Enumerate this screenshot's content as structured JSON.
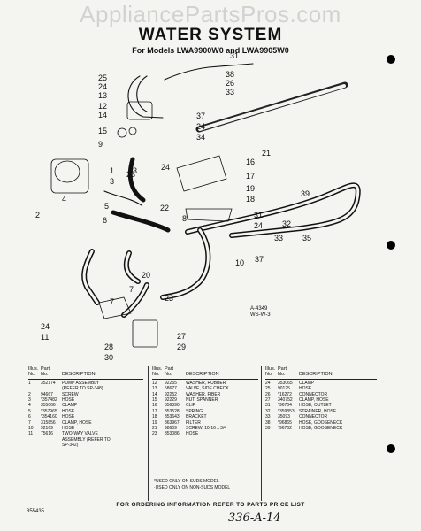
{
  "watermark": "AppliancePartsPros.com",
  "title": "WATER SYSTEM",
  "subtitle": "For Models LWA9900W0 and LWA9905W0",
  "diagram_code": "A-4349\nWS-W-3",
  "callouts": [
    "31",
    "25",
    "24",
    "13",
    "12",
    "14",
    "15",
    "9",
    "1",
    "3",
    "4",
    "2",
    "38",
    "26",
    "33",
    "37",
    "24",
    "34",
    "21",
    "16",
    "17",
    "19",
    "18",
    "23",
    "5",
    "6",
    "24",
    "8",
    "22",
    "3",
    "31",
    "24",
    "10",
    "37",
    "39",
    "32",
    "33",
    "35",
    "7",
    "7",
    "20",
    "23",
    "27",
    "29",
    "28",
    "30",
    "24",
    "11"
  ],
  "table_headers": {
    "illus": "Illus.",
    "part": "Part",
    "no": "No.",
    "no2": "No.",
    "description": "DESCRIPTION"
  },
  "col1": [
    {
      "no": "1",
      "part": "352174",
      "desc": "PUMP ASSEMBLY"
    },
    {
      "no": "",
      "part": "",
      "desc": "(REFER TO SP-348)"
    },
    {
      "no": "2",
      "part": "94667",
      "desc": "SCREW"
    },
    {
      "no": "3",
      "part": "*357482",
      "desc": "HOSE"
    },
    {
      "no": "4",
      "part": "355066",
      "desc": "CLAMP"
    },
    {
      "no": "5",
      "part": "*357965",
      "desc": "HOSE"
    },
    {
      "no": "6",
      "part": "*354160",
      "desc": "HOSE"
    },
    {
      "no": "7",
      "part": "315856",
      "desc": "CLAMP, HOSE"
    },
    {
      "no": "10",
      "part": "92169",
      "desc": "HOSE"
    },
    {
      "no": "11",
      "part": "75616",
      "desc": "TWO-WAY VALVE"
    },
    {
      "no": "",
      "part": "",
      "desc": "ASSEMBLY (REFER TO"
    },
    {
      "no": "",
      "part": "",
      "desc": "SP-342)"
    }
  ],
  "col2": [
    {
      "no": "12",
      "part": "92255",
      "desc": "WASHER, RUBBER"
    },
    {
      "no": "13",
      "part": "58677",
      "desc": "VALVE, SIDE CHECK"
    },
    {
      "no": "14",
      "part": "92252",
      "desc": "WASHER, FIBER"
    },
    {
      "no": "15",
      "part": "92229",
      "desc": "NUT, SPANNER"
    },
    {
      "no": "16",
      "part": "356390",
      "desc": "CLIP"
    },
    {
      "no": "17",
      "part": "353528",
      "desc": "SPRING"
    },
    {
      "no": "18",
      "part": "353643",
      "desc": "BRACKET"
    },
    {
      "no": "19",
      "part": "363967",
      "desc": "FILTER"
    },
    {
      "no": "21",
      "part": "98609",
      "desc": "SCREW, 10-16 x 3/4"
    },
    {
      "no": "23",
      "part": "353086",
      "desc": "HOSE"
    }
  ],
  "col3": [
    {
      "no": "24",
      "part": "353065",
      "desc": "CLAMP"
    },
    {
      "no": "25",
      "part": "90125",
      "desc": "HOSE"
    },
    {
      "no": "26",
      "part": "*16272",
      "desc": "CONNECTOR"
    },
    {
      "no": "27",
      "part": "340752",
      "desc": "CLAMP, HOSE"
    },
    {
      "no": "31",
      "part": "*96764",
      "desc": "HOSE, OUTLET"
    },
    {
      "no": "32",
      "part": "*359853",
      "desc": "STRAINER, HOSE"
    },
    {
      "no": "33",
      "part": "35093",
      "desc": "CONNECTOR"
    },
    {
      "no": "38",
      "part": "*96865",
      "desc": "HOSE, GOOSENECK"
    },
    {
      "no": "39",
      "part": "*96762",
      "desc": "HOSE, GOOSENECK"
    }
  ],
  "notes": [
    "*USED ONLY ON SUDS MODEL",
    "·USED ONLY ON NON-SUDS MODEL"
  ],
  "footer": "FOR ORDERING INFORMATION REFER TO PARTS PRICE LIST",
  "doc_number": "355435",
  "handwritten": "336-A-14"
}
